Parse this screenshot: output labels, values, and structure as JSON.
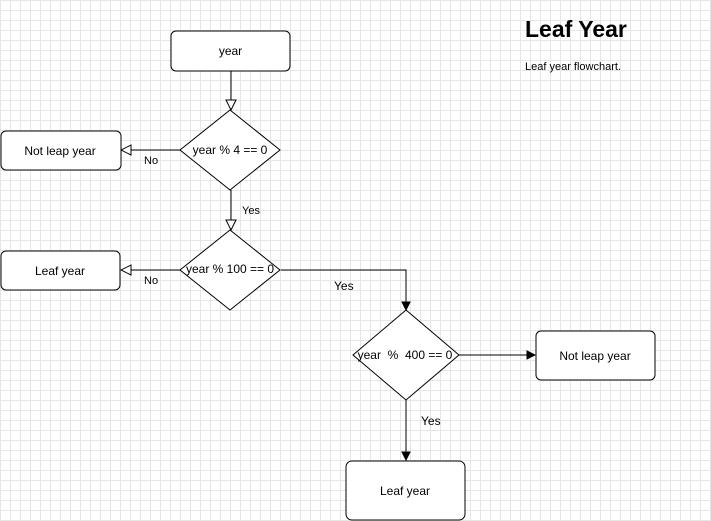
{
  "title": "Leaf Year",
  "description": "Leaf year flowchart.",
  "nodes": {
    "start": "year",
    "mod4": "year % 4 == 0",
    "not_leap_1": "Not leap year",
    "mod100": "year % 100 == 0",
    "leap_1": "Leaf year",
    "mod400": "year  %  400 == 0",
    "not_leap_2": "Not leap year",
    "leap_2": "Leaf year"
  },
  "edges": {
    "mod4_no": "No",
    "mod4_yes": "Yes",
    "mod100_no": "No",
    "mod100_yes": "Yes",
    "mod400_yes": "Yes"
  }
}
